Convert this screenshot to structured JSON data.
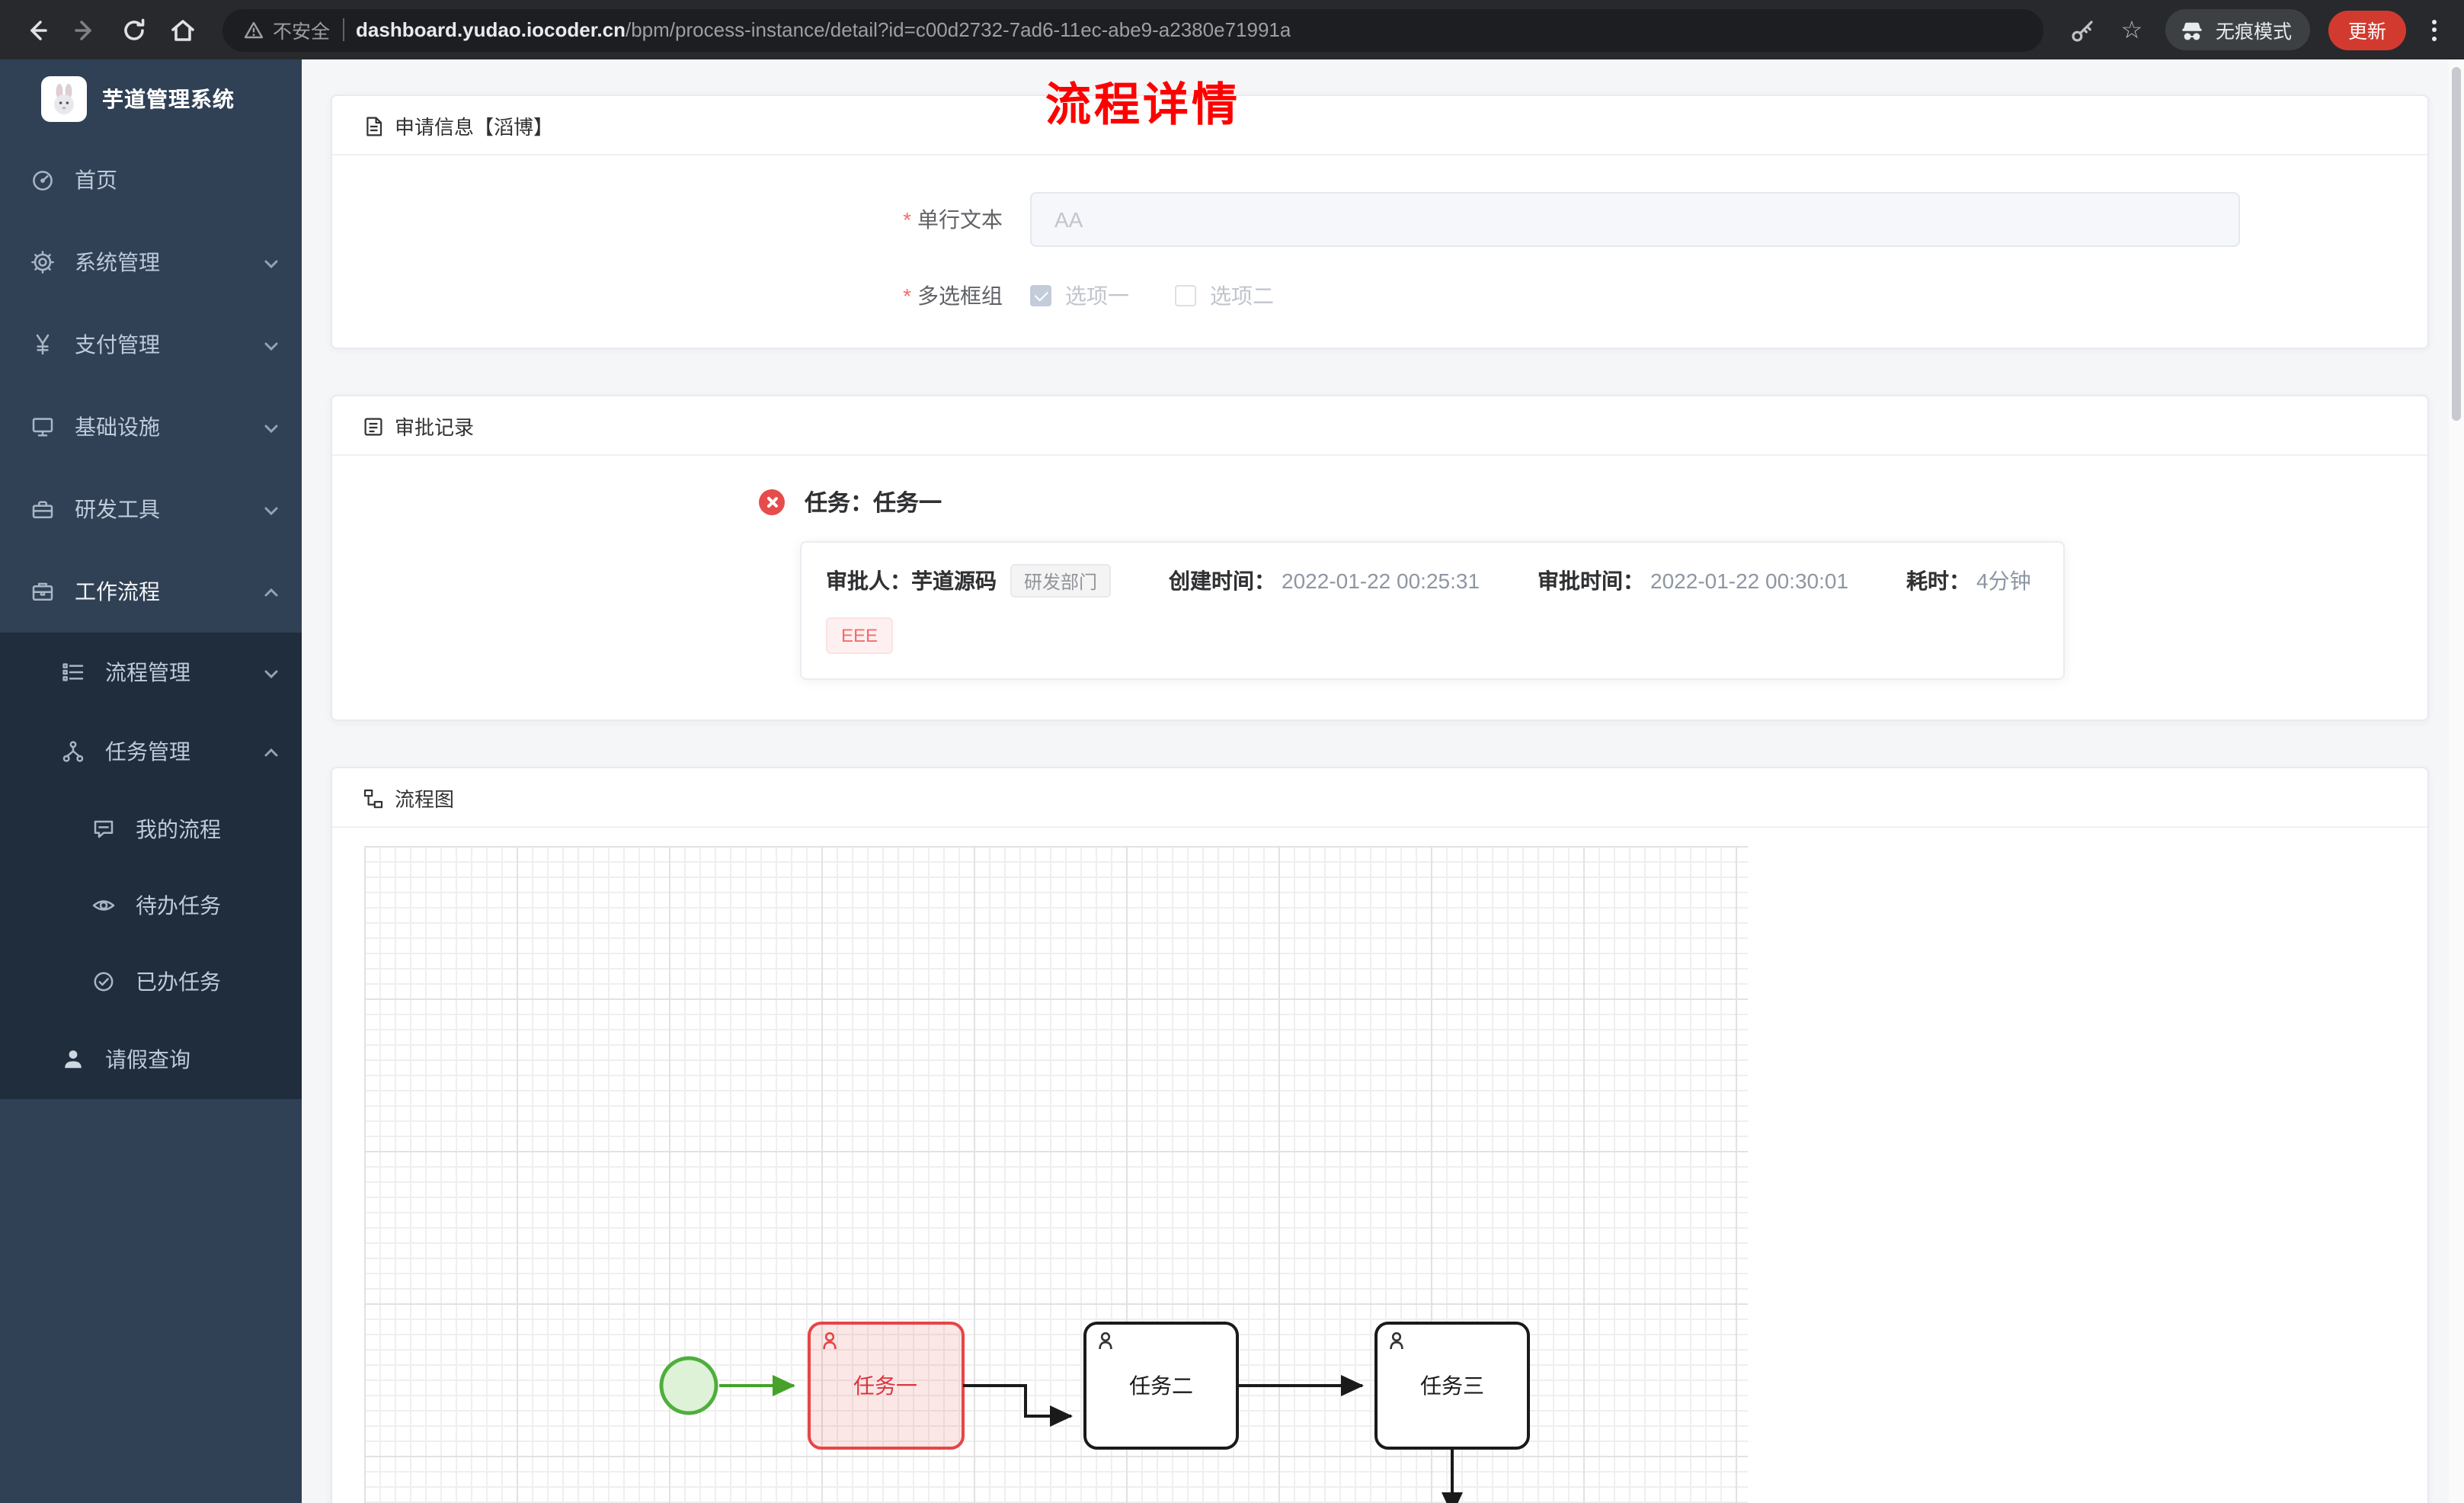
{
  "browser": {
    "secure_label": "不安全",
    "url_domain": "dashboard.yudao.iocoder.cn",
    "url_path": "/bpm/process-instance/detail?id=c00d2732-7ad6-11ec-abe9-a2380e71991a",
    "incognito_label": "无痕模式",
    "update_label": "更新"
  },
  "sidebar": {
    "app_title": "芋道管理系统",
    "items": [
      {
        "label": "首页",
        "icon": "dashboard-icon",
        "level": 1,
        "expanded": false
      },
      {
        "label": "系统管理",
        "icon": "gear-icon",
        "level": 1,
        "expanded": false
      },
      {
        "label": "支付管理",
        "icon": "payment-icon",
        "level": 1,
        "expanded": false
      },
      {
        "label": "基础设施",
        "icon": "infrastructure-icon",
        "level": 1,
        "expanded": false
      },
      {
        "label": "研发工具",
        "icon": "devtools-icon",
        "level": 1,
        "expanded": false
      },
      {
        "label": "工作流程",
        "icon": "workflow-icon",
        "level": 1,
        "expanded": true
      },
      {
        "label": "流程管理",
        "icon": "process-manage-icon",
        "level": 2,
        "expanded": false
      },
      {
        "label": "任务管理",
        "icon": "task-manage-icon",
        "level": 2,
        "expanded": true
      },
      {
        "label": "我的流程",
        "icon": "my-process-icon",
        "level": 3
      },
      {
        "label": "待办任务",
        "icon": "todo-task-icon",
        "level": 3
      },
      {
        "label": "已办任务",
        "icon": "done-task-icon",
        "level": 3
      },
      {
        "label": "请假查询",
        "icon": "leave-query-icon",
        "level": 2
      }
    ]
  },
  "page": {
    "title": "流程详情"
  },
  "apply_card": {
    "title": "申请信息【滔博】",
    "text_field": {
      "label": "单行文本",
      "value": "AA",
      "required": true
    },
    "checkbox_field": {
      "label": "多选框组",
      "required": true,
      "options": [
        {
          "label": "选项一",
          "checked": true
        },
        {
          "label": "选项二",
          "checked": false
        }
      ]
    }
  },
  "approval_card": {
    "title": "审批记录",
    "task_title": "任务：任务一",
    "approver_label": "审批人：",
    "approver_name": "芋道源码",
    "dept_tag": "研发部门",
    "create_label": "创建时间：",
    "create_time": "2022-01-22 00:25:31",
    "approve_label": "审批时间：",
    "approve_time": "2022-01-22 00:30:01",
    "duration_label": "耗时：",
    "duration_value": "4分钟",
    "comment_tag": "EEE"
  },
  "diagram_card": {
    "title": "流程图",
    "nodes": [
      {
        "label": "任务一",
        "state": "current"
      },
      {
        "label": "任务二",
        "state": "pending"
      },
      {
        "label": "任务三",
        "state": "pending"
      }
    ]
  }
}
